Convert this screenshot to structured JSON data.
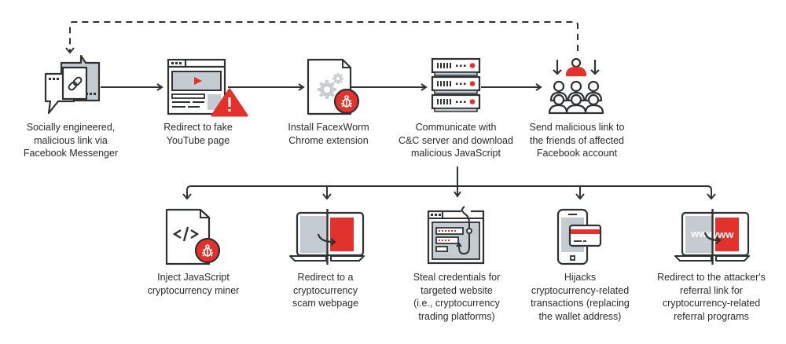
{
  "title": "FacexWorm infection chain",
  "colors": {
    "stroke": "#2f3133",
    "accent": "#e2322b",
    "fill_gray": "#c5ccd1",
    "gear_gray": "#c9ced2",
    "text": "#2b2b2b",
    "background": "#ffffff"
  },
  "top_steps": [
    {
      "id": "messenger",
      "icon": "chat-link-icon",
      "lines": [
        "Socially engineered,",
        "malicious link via",
        "Facebook Messenger"
      ]
    },
    {
      "id": "fake-youtube",
      "icon": "fake-video-page-warning-icon",
      "lines": [
        "Redirect to fake",
        "YouTube page"
      ]
    },
    {
      "id": "install-extension",
      "icon": "extension-file-bug-icon",
      "lines": [
        "Install FacexWorm",
        "Chrome extension"
      ]
    },
    {
      "id": "cc-server",
      "icon": "server-stack-icon",
      "lines": [
        "Communicate with",
        "C&C server and download",
        "malicious JavaScript"
      ]
    },
    {
      "id": "send-friends",
      "icon": "friends-group-icon",
      "lines": [
        "Send malicious link to",
        "the friends of affected",
        "Facebook account"
      ]
    }
  ],
  "bottom_steps": [
    {
      "id": "miner",
      "icon": "code-file-bug-icon",
      "lines": [
        "Inject JavaScript",
        "cryptocurrency miner"
      ]
    },
    {
      "id": "scam-page",
      "icon": "laptop-redirect-icon",
      "lines": [
        "Redirect to a",
        "cryptocurrency",
        "scam webpage"
      ]
    },
    {
      "id": "steal-credentials",
      "icon": "phishing-hook-form-icon",
      "lines": [
        "Steal credentials for",
        "targeted website",
        "(i.e., cryptocurrency",
        "trading platforms)"
      ]
    },
    {
      "id": "hijack-transactions",
      "icon": "phone-card-icon",
      "lines": [
        "Hijacks",
        "cryptocurrency-related",
        "transactions (replacing",
        "the wallet address)"
      ]
    },
    {
      "id": "referral-redirect",
      "icon": "laptop-www-redirect-icon",
      "lines": [
        "Redirect to the attacker's",
        "referral link for",
        "cryptocurrency-related",
        "referral programs"
      ]
    }
  ],
  "www_text": "www"
}
